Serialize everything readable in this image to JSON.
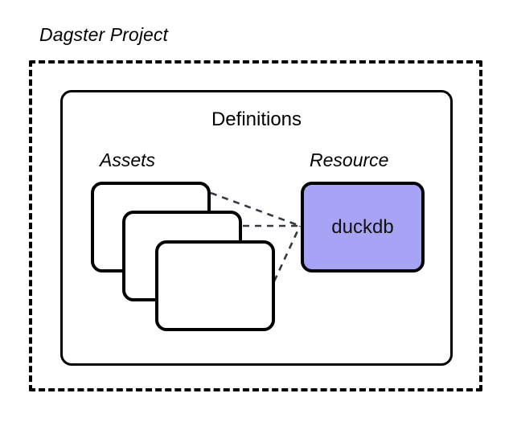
{
  "diagram": {
    "type": "architecture-diagram",
    "background_color": "#ffffff",
    "project": {
      "title": "Dagster Project",
      "border_style": "dashed",
      "border_color": "#000000"
    },
    "definitions": {
      "title": "Definitions",
      "border_style": "solid",
      "border_color": "#000000"
    },
    "assets": {
      "label": "Assets",
      "card_count": 3,
      "card_fill": "#ffffff",
      "card_border": "#000000",
      "cards": [
        {
          "id": "asset-card-1",
          "label": ""
        },
        {
          "id": "asset-card-2",
          "label": ""
        },
        {
          "id": "asset-card-3",
          "label": ""
        }
      ]
    },
    "resource": {
      "label": "Resource",
      "name": "duckdb",
      "fill_color": "#a8a4f5",
      "border_color": "#000000"
    },
    "connections": {
      "style": "dashed",
      "color": "#333a45",
      "count": 3,
      "from": "Assets",
      "to": "duckdb"
    }
  }
}
